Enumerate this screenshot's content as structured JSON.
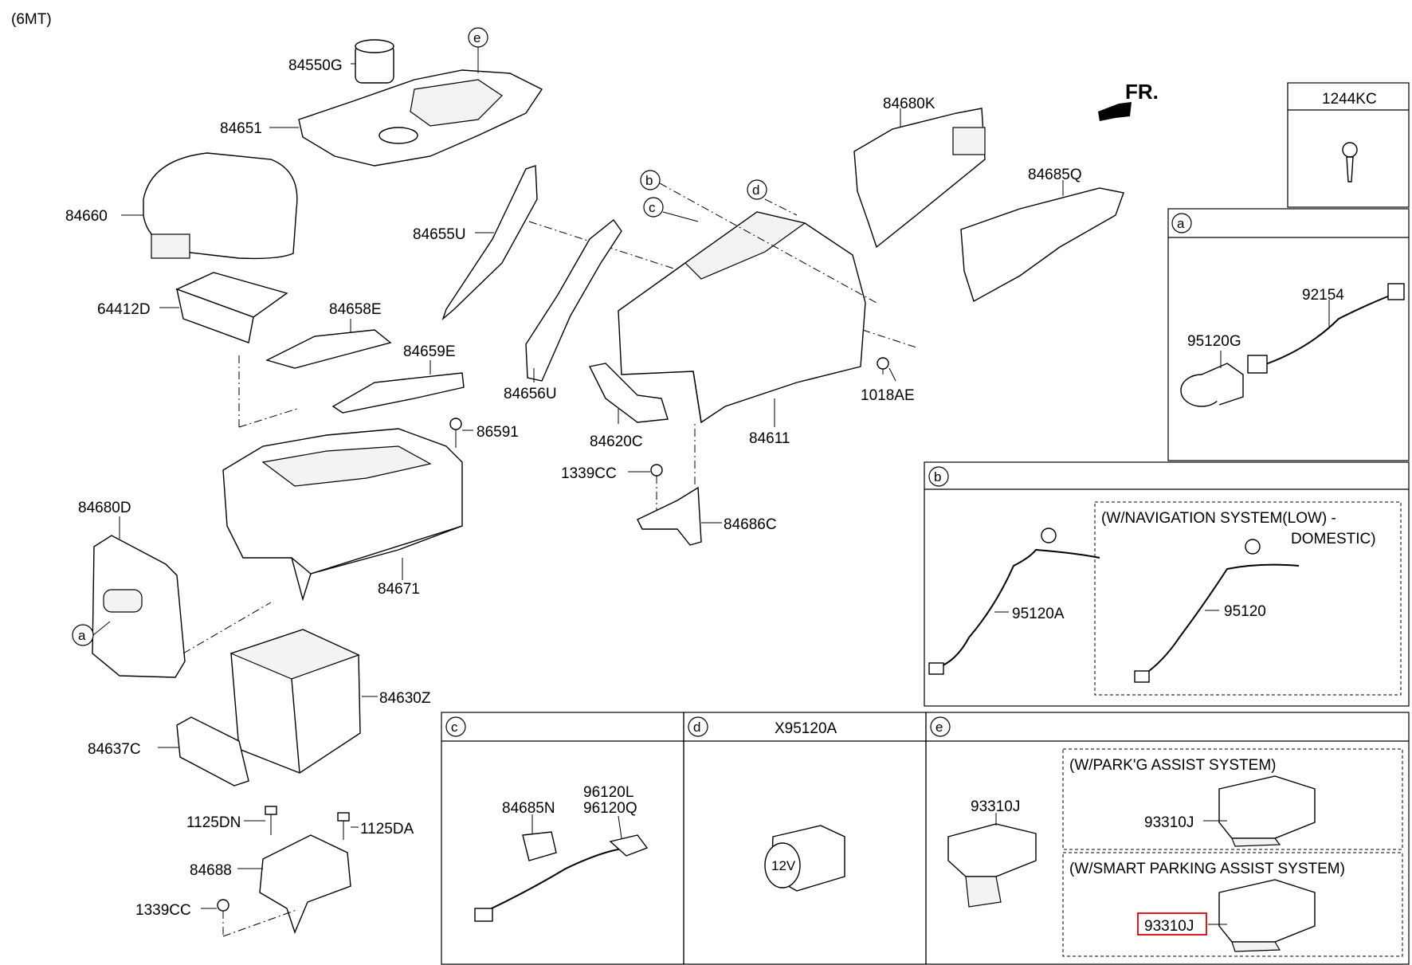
{
  "variant": "(6MT)",
  "direction": {
    "label": "FR."
  },
  "callouts": {
    "a": "a",
    "b": "b",
    "c": "c",
    "d": "d",
    "e": "e"
  },
  "parts": {
    "p84550G": "84550G",
    "p84651": "84651",
    "p84660": "84660",
    "p64412D": "64412D",
    "p84658E": "84658E",
    "p84659E": "84659E",
    "p86591": "86591",
    "p84680D": "84680D",
    "p84671": "84671",
    "p84630Z": "84630Z",
    "p84637C": "84637C",
    "p1125DN": "1125DN",
    "p1125DA": "1125DA",
    "p84688": "84688",
    "p1339CC_a": "1339CC",
    "p84655U": "84655U",
    "p84656U": "84656U",
    "p84620C": "84620C",
    "p1339CC_b": "1339CC",
    "p84686C": "84686C",
    "p84611": "84611",
    "p1018AE": "1018AE",
    "p84680K": "84680K",
    "p84685Q": "84685Q",
    "p1244KC": "1244KC",
    "p92154": "92154",
    "p95120G": "95120G",
    "p95120A": "95120A",
    "p95120": "95120",
    "p84685N": "84685N",
    "p96120L": "96120L",
    "p96120Q": "96120Q",
    "pX95120A": "X95120A",
    "p93310J_e": "93310J",
    "p93310J_park": "93310J",
    "p93310J_smart": "93310J"
  },
  "notes": {
    "nav_line1": "(W/NAVIGATION SYSTEM(LOW) -",
    "nav_line2": "DOMESTIC)",
    "park_assist": "(W/PARK'G ASSIST SYSTEM)",
    "smart_park": "(W/SMART PARKING ASSIST SYSTEM)",
    "socket_text": "12V"
  },
  "colors": {
    "highlight": "#e0191f",
    "line": "#000000"
  }
}
